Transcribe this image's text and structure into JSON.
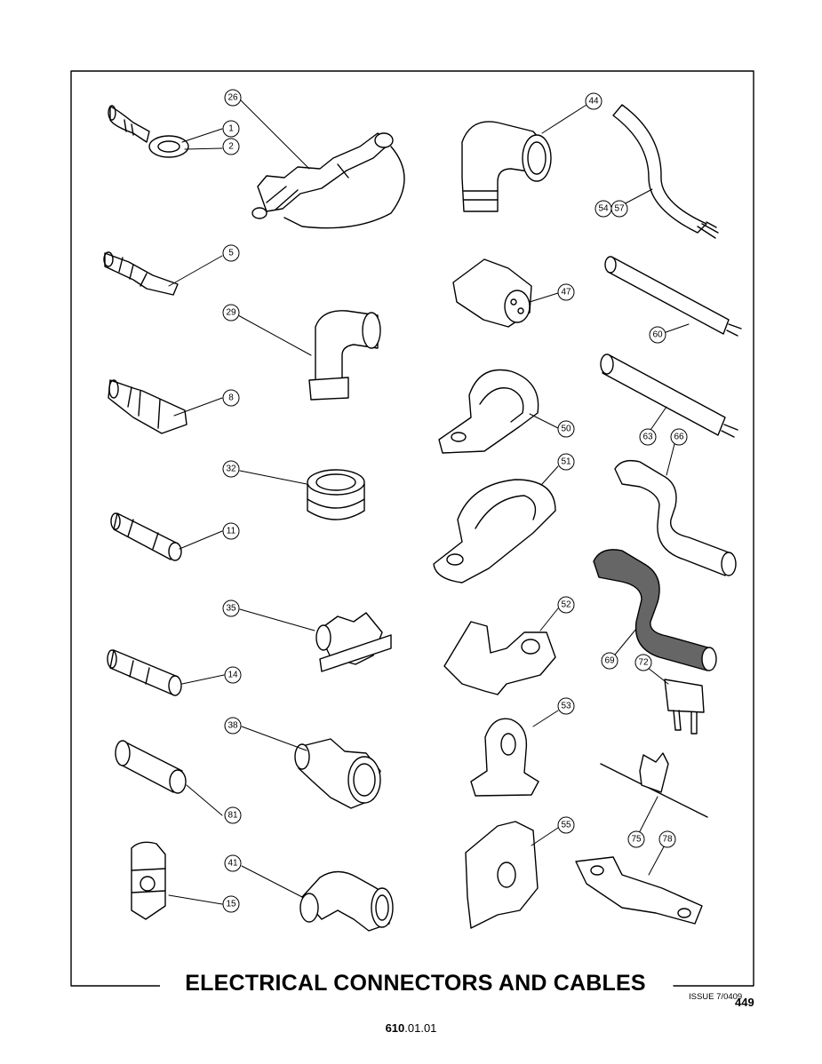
{
  "title": "ELECTRICAL CONNECTORS AND CABLES",
  "issue": "ISSUE 7/0409",
  "page_number": "449",
  "doc_number_bold": "610",
  "doc_number_rest": ".01.01",
  "callouts": {
    "c1": "1",
    "c2": "2",
    "c5": "5",
    "c8": "8",
    "c11": "11",
    "c14": "14",
    "c81": "81",
    "c15": "15",
    "c26": "26",
    "c29": "29",
    "c32": "32",
    "c35": "35",
    "c38": "38",
    "c41": "41",
    "c44": "44",
    "c47": "47",
    "c50": "50",
    "c51": "51",
    "c52": "52",
    "c53": "53",
    "c55": "55",
    "c54": "54",
    "c57": "57",
    "c60": "60",
    "c63": "63",
    "c66": "66",
    "c69": "69",
    "c72": "72",
    "c75": "75",
    "c78": "78"
  },
  "parts": [
    "ring-terminal",
    "crimp-connector-assembly",
    "elbow-gland",
    "cable-multicore",
    "blade-terminal",
    "elbow-conduit-fitting",
    "plug-connector",
    "sleeved-cable",
    "female-spade-terminal",
    "conduit-gland",
    "p-clip-small",
    "sleeved-cable-2",
    "convoluted-conduit",
    "butt-connector",
    "conduit-clamp",
    "p-clip-large",
    "braided-conduit",
    "insulating-sleeve",
    "straight-conduit-fitting",
    "cable-clip-saddle",
    "blade-fuse",
    "end-cap",
    "elbow-conduit-fitting-2",
    "cable-tie-mount",
    "cable-tie",
    "strip-fuse",
    "cable-clip",
    "mounting-clip"
  ]
}
